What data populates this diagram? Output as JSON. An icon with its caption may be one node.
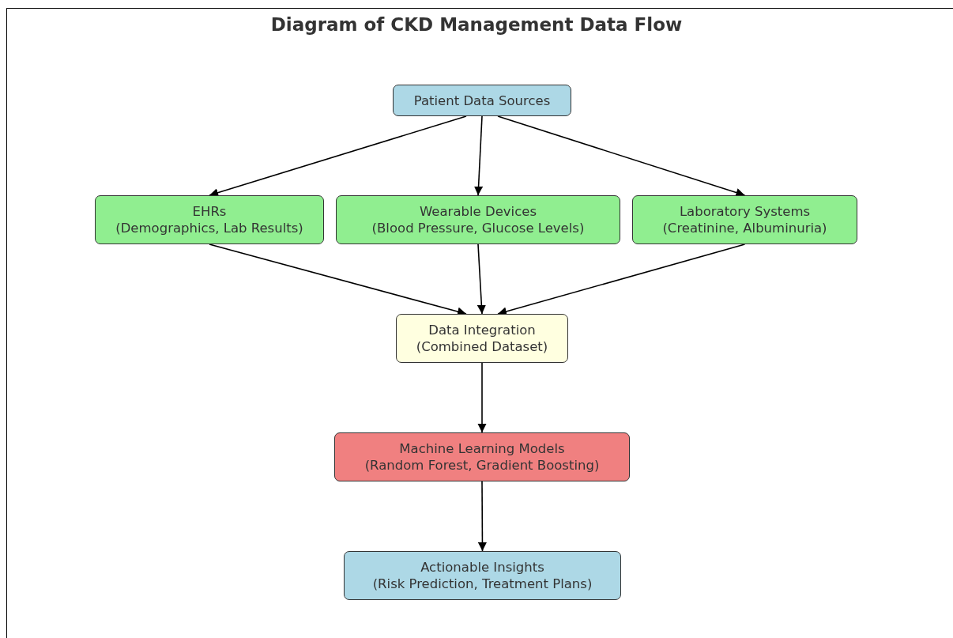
{
  "diagram": {
    "title": "Diagram of CKD Management Data Flow",
    "nodes": [
      {
        "text": [
          "Patient Data Sources"
        ]
      },
      {
        "text": [
          "EHRs",
          "(Demographics, Lab Results)"
        ]
      },
      {
        "text": [
          "Wearable Devices",
          "(Blood Pressure, Glucose Levels)"
        ]
      },
      {
        "text": [
          "Laboratory Systems",
          "(Creatinine, Albuminuria)"
        ]
      },
      {
        "text": [
          "Data Integration",
          "(Combined Dataset)"
        ]
      },
      {
        "text": [
          "Machine Learning Models",
          "(Random Forest, Gradient Boosting)"
        ]
      },
      {
        "text": [
          "Actionable Insights",
          "(Risk Prediction, Treatment Plans)"
        ]
      }
    ],
    "edges": [
      {
        "from": 0,
        "to": 1,
        "arrow": "to"
      },
      {
        "from": 0,
        "to": 2,
        "arrow": "to"
      },
      {
        "from": 0,
        "to": 3,
        "arrow": "to"
      },
      {
        "from": 1,
        "to": 4,
        "arrow": "to"
      },
      {
        "from": 2,
        "to": 4,
        "arrow": "to"
      },
      {
        "from": 3,
        "to": 4,
        "arrow": "to"
      },
      {
        "from": 4,
        "to": 5,
        "arrow": "to"
      },
      {
        "from": 5,
        "to": 6,
        "arrow": "to"
      }
    ]
  }
}
